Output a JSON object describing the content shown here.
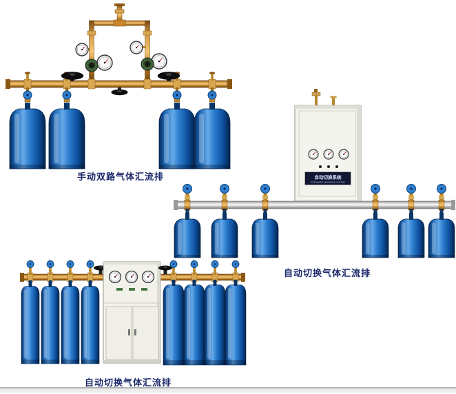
{
  "page": {
    "background_color": "#ffffff",
    "footer_rule_color": "#b2b2b2"
  },
  "palette": {
    "cylinder_blue": "#2e7fd0",
    "brass_pipe": "#c8872c",
    "aluminum_pipe": "#d9d9d9",
    "caption_color": "#1c2a6b"
  },
  "products": [
    {
      "caption": "手动双路气体汇流排",
      "cylinder_count": 4,
      "gauge_count": 4,
      "hand_wheel_count": 3
    },
    {
      "caption": "自动切换气体汇流排",
      "cylinder_count": 6,
      "cabinet": {
        "label": "自动切换系统",
        "sublabel": "AUTOMATIC MANIFOLD SYSTEM",
        "gauge_count": 3
      }
    },
    {
      "caption": "自动切换气体汇流排",
      "cylinder_count": 8,
      "cabinet": {
        "gauge_count": 3
      }
    }
  ]
}
